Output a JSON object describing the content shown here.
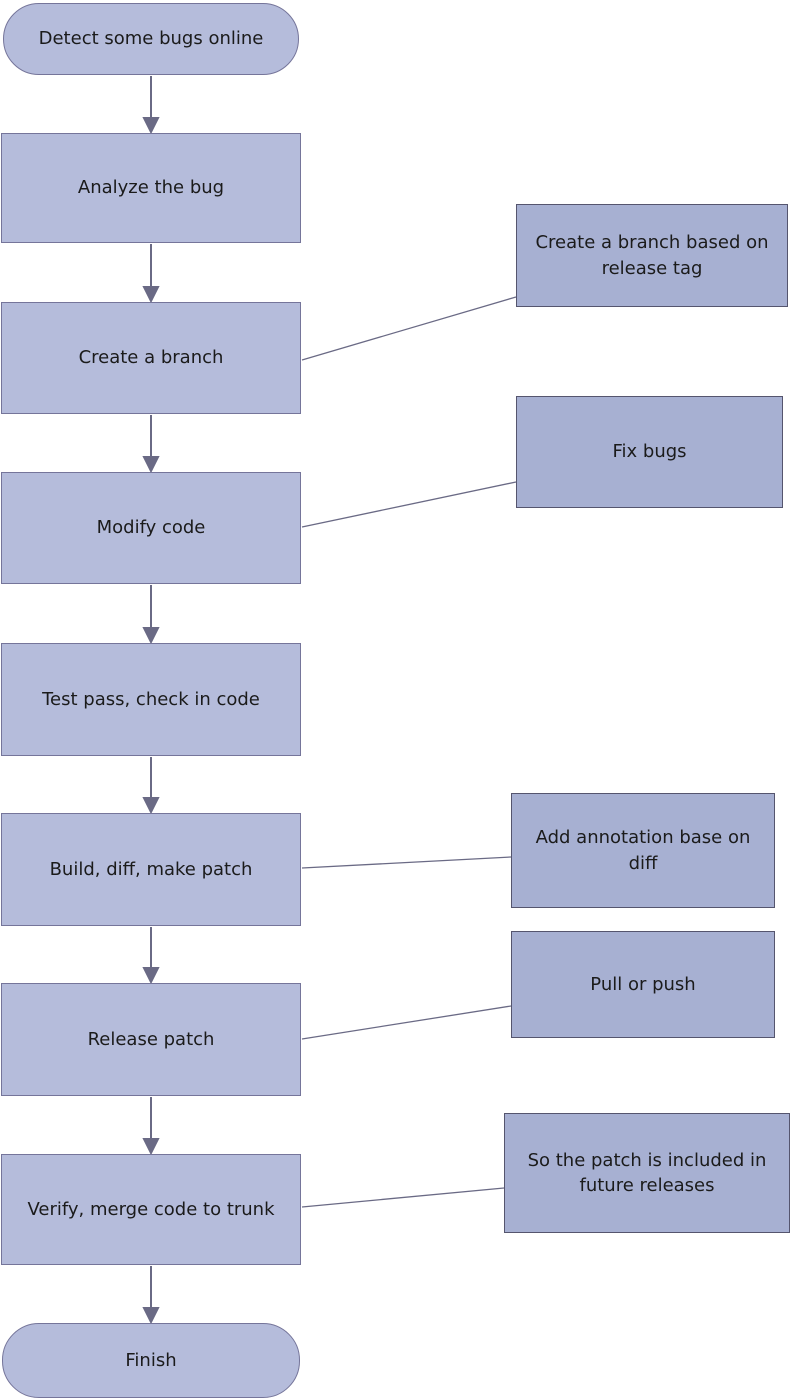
{
  "flowchart": {
    "description": "Bug fixing workflow flowchart",
    "colors": {
      "process_fill": "#b5bcdb",
      "process_border": "#75759a",
      "annotation_fill": "#a7b0d2",
      "annotation_border": "#55556e",
      "arrow": "#6a6a85",
      "connector": "#6a6a85",
      "text": "#1b1b1b",
      "background": "#ffffff"
    },
    "nodes": [
      {
        "id": "start",
        "type": "terminator",
        "label": "Detect some bugs online"
      },
      {
        "id": "analyze",
        "type": "process",
        "label": "Analyze the bug"
      },
      {
        "id": "create-branch",
        "type": "process",
        "label": "Create a branch"
      },
      {
        "id": "modify-code",
        "type": "process",
        "label": "Modify code"
      },
      {
        "id": "test-pass",
        "type": "process",
        "label": "Test pass, check in code"
      },
      {
        "id": "build-diff",
        "type": "process",
        "label": "Build, diff, make patch"
      },
      {
        "id": "release-patch",
        "type": "process",
        "label": "Release patch"
      },
      {
        "id": "verify-merge",
        "type": "process",
        "label": "Verify,  merge code to trunk"
      },
      {
        "id": "finish",
        "type": "terminator",
        "label": "Finish"
      }
    ],
    "edges": [
      {
        "from": "start",
        "to": "analyze"
      },
      {
        "from": "analyze",
        "to": "create-branch"
      },
      {
        "from": "create-branch",
        "to": "modify-code"
      },
      {
        "from": "modify-code",
        "to": "test-pass"
      },
      {
        "from": "test-pass",
        "to": "build-diff"
      },
      {
        "from": "build-diff",
        "to": "release-patch"
      },
      {
        "from": "release-patch",
        "to": "verify-merge"
      },
      {
        "from": "verify-merge",
        "to": "finish"
      }
    ],
    "annotations": [
      {
        "id": "branch-tag",
        "attached_to": "create-branch",
        "label": "Create a branch based on release tag"
      },
      {
        "id": "fix-bugs",
        "attached_to": "modify-code",
        "label": "Fix bugs"
      },
      {
        "id": "annotate-diff",
        "attached_to": "build-diff",
        "label": "Add annotation base on diff"
      },
      {
        "id": "pull-push",
        "attached_to": "release-patch",
        "label": "Pull or push"
      },
      {
        "id": "future-rel",
        "attached_to": "verify-merge",
        "label": "So the patch is included in future releases"
      }
    ]
  }
}
